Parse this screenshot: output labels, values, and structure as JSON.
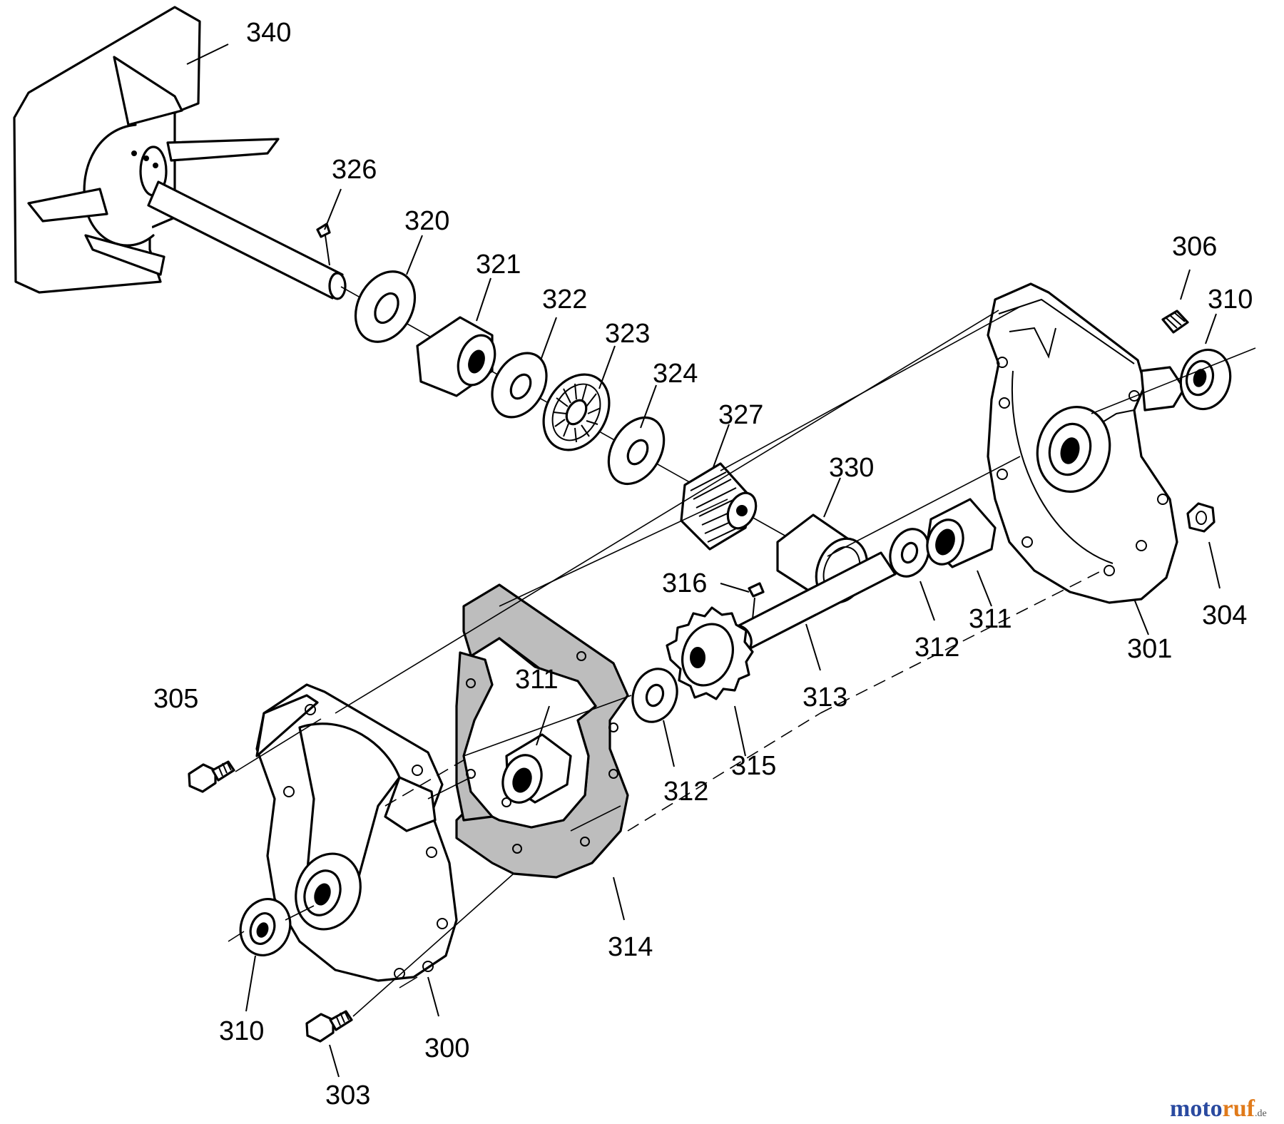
{
  "callouts": [
    {
      "id": "340",
      "label": "340"
    },
    {
      "id": "326",
      "label": "326"
    },
    {
      "id": "320",
      "label": "320"
    },
    {
      "id": "321",
      "label": "321"
    },
    {
      "id": "322",
      "label": "322"
    },
    {
      "id": "323",
      "label": "323"
    },
    {
      "id": "324",
      "label": "324"
    },
    {
      "id": "327",
      "label": "327"
    },
    {
      "id": "330",
      "label": "330"
    },
    {
      "id": "306",
      "label": "306"
    },
    {
      "id": "310-top",
      "label": "310"
    },
    {
      "id": "316",
      "label": "316"
    },
    {
      "id": "311-right",
      "label": "311"
    },
    {
      "id": "312-right",
      "label": "312"
    },
    {
      "id": "304",
      "label": "304"
    },
    {
      "id": "301",
      "label": "301"
    },
    {
      "id": "311-left",
      "label": "311"
    },
    {
      "id": "313",
      "label": "313"
    },
    {
      "id": "305",
      "label": "305"
    },
    {
      "id": "312-left",
      "label": "312"
    },
    {
      "id": "315",
      "label": "315"
    },
    {
      "id": "314",
      "label": "314"
    },
    {
      "id": "310-bottom",
      "label": "310"
    },
    {
      "id": "300",
      "label": "300"
    },
    {
      "id": "303",
      "label": "303"
    }
  ],
  "watermark": {
    "brand_a": "moto",
    "brand_b": "ruf",
    "suffix": ".de",
    "color_a": "#2a4aa0",
    "color_b": "#e07a1a"
  }
}
